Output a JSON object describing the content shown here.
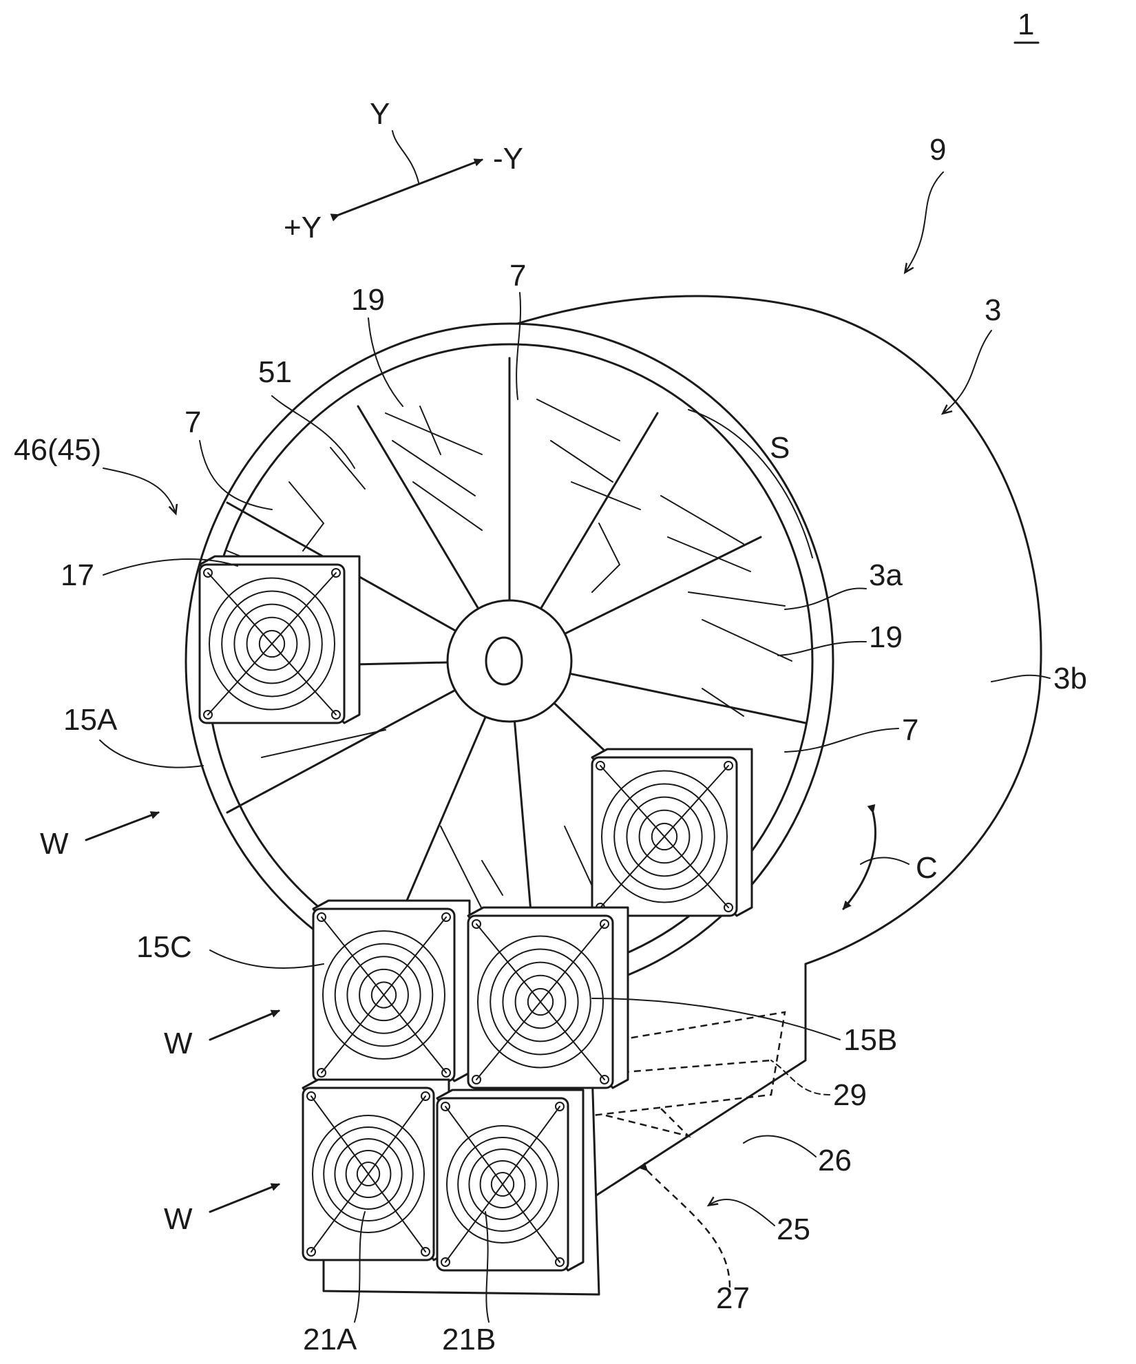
{
  "figure": {
    "ref_number": "1",
    "axis": {
      "y": "Y",
      "minus_y": "-Y",
      "plus_y": "+Y"
    },
    "labels": {
      "assembly_9": "9",
      "housing_3": "3",
      "region_s": "S",
      "opening_3a": "3a",
      "outer_3b": "3b",
      "blade_7_top": "7",
      "blade_7_left": "7",
      "blade_7_right": "7",
      "plate_19_top": "19",
      "plate_19_right": "19",
      "part_51": "51",
      "part_46_45": "46(45)",
      "part_17": "17",
      "rotation_c": "C",
      "fan_15a": "15A",
      "fan_15b": "15B",
      "fan_15c": "15C",
      "fan_21a": "21A",
      "fan_21b": "21B",
      "wind_w1": "W",
      "wind_w2": "W",
      "wind_w3": "W",
      "part_25": "25",
      "part_26": "26",
      "part_27": "27",
      "part_29": "29"
    }
  }
}
